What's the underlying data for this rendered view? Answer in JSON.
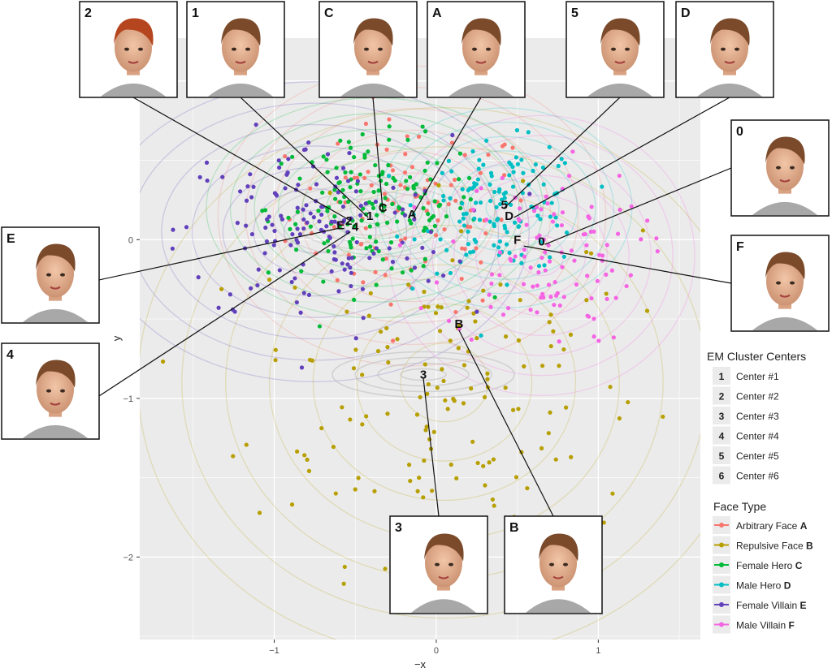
{
  "chart_data": {
    "type": "scatter",
    "xlabel": "−x",
    "ylabel": "y",
    "xlim": [
      -1.83,
      1.63
    ],
    "ylim": [
      -2.52,
      1.27
    ],
    "x_ticks": [
      -1,
      0,
      1
    ],
    "y_ticks": [
      0,
      -1,
      -2
    ],
    "x_tick_labels": [
      "−1",
      "0",
      "1"
    ],
    "y_tick_labels": [
      "0",
      "−1",
      "−2"
    ],
    "grid": true,
    "legend_position": "right",
    "series": [
      {
        "name": "Arbitrary Face",
        "key": "A",
        "color": "#F8766D",
        "centroid": [
          -0.15,
          0.15
        ],
        "spread": [
          0.38,
          0.3
        ],
        "count": 95
      },
      {
        "name": "Repulsive Face",
        "key": "B",
        "color": "#B79F00",
        "centroid": [
          0.05,
          -0.9
        ],
        "spread": [
          0.6,
          0.55
        ],
        "count": 150
      },
      {
        "name": "Female Hero",
        "key": "C",
        "color": "#00BA38",
        "centroid": [
          -0.38,
          0.2
        ],
        "spread": [
          0.33,
          0.22
        ],
        "count": 155
      },
      {
        "name": "Male Hero",
        "key": "D",
        "color": "#00BFC4",
        "centroid": [
          0.42,
          0.2
        ],
        "spread": [
          0.25,
          0.2
        ],
        "count": 130
      },
      {
        "name": "Female Villain",
        "key": "E",
        "color": "#6140BC",
        "centroid": [
          -0.75,
          0.05
        ],
        "spread": [
          0.42,
          0.3
        ],
        "count": 150
      },
      {
        "name": "Male Villain",
        "key": "F",
        "color": "#F564E3",
        "centroid": [
          0.65,
          -0.1
        ],
        "spread": [
          0.3,
          0.28
        ],
        "count": 110
      }
    ],
    "annotations": [
      {
        "label": "2",
        "x": -0.54,
        "y": 0.12
      },
      {
        "label": "1",
        "x": -0.41,
        "y": 0.15
      },
      {
        "label": "C",
        "x": -0.33,
        "y": 0.2
      },
      {
        "label": "A",
        "x": -0.15,
        "y": 0.16
      },
      {
        "label": "5",
        "x": 0.42,
        "y": 0.22
      },
      {
        "label": "D",
        "x": 0.45,
        "y": 0.15
      },
      {
        "label": "E",
        "x": -0.59,
        "y": 0.09
      },
      {
        "label": "4",
        "x": -0.5,
        "y": 0.08
      },
      {
        "label": "F",
        "x": 0.5,
        "y": 0.0
      },
      {
        "label": "0",
        "x": 0.65,
        "y": -0.01
      },
      {
        "label": "B",
        "x": 0.14,
        "y": -0.53
      },
      {
        "label": "3",
        "x": -0.08,
        "y": -0.85
      }
    ],
    "thumbnails": [
      {
        "id": "2",
        "x": -0.53,
        "y": 0.12
      },
      {
        "id": "1",
        "x": -0.42,
        "y": 0.14
      },
      {
        "id": "C",
        "x": -0.33,
        "y": 0.18
      },
      {
        "id": "A",
        "x": -0.15,
        "y": 0.15
      },
      {
        "id": "5",
        "x": 0.42,
        "y": 0.2
      },
      {
        "id": "D",
        "x": 0.48,
        "y": 0.14
      },
      {
        "id": "0",
        "x": 0.67,
        "y": -0.03
      },
      {
        "id": "F",
        "x": 0.54,
        "y": -0.04
      },
      {
        "id": "E",
        "x": -0.61,
        "y": 0.07
      },
      {
        "id": "4",
        "x": -0.53,
        "y": 0.05
      },
      {
        "id": "3",
        "x": -0.08,
        "y": -0.87
      },
      {
        "id": "B",
        "x": 0.14,
        "y": -0.57
      }
    ]
  },
  "legend_centers": {
    "title": "EM Cluster Centers",
    "items": [
      {
        "key": "1",
        "label": "Center #1"
      },
      {
        "key": "2",
        "label": "Center #2"
      },
      {
        "key": "3",
        "label": "Center #3"
      },
      {
        "key": "4",
        "label": "Center #4"
      },
      {
        "key": "5",
        "label": "Center #5"
      },
      {
        "key": "6",
        "label": "Center #6"
      }
    ]
  },
  "legend_types": {
    "title": "Face Type"
  },
  "colors": {
    "panel": "#EBEBEB",
    "grid": "#FFFFFF",
    "contour_grey": "#BEBEBE"
  },
  "icons": {
    "thumbnail": "face-render-icon"
  }
}
